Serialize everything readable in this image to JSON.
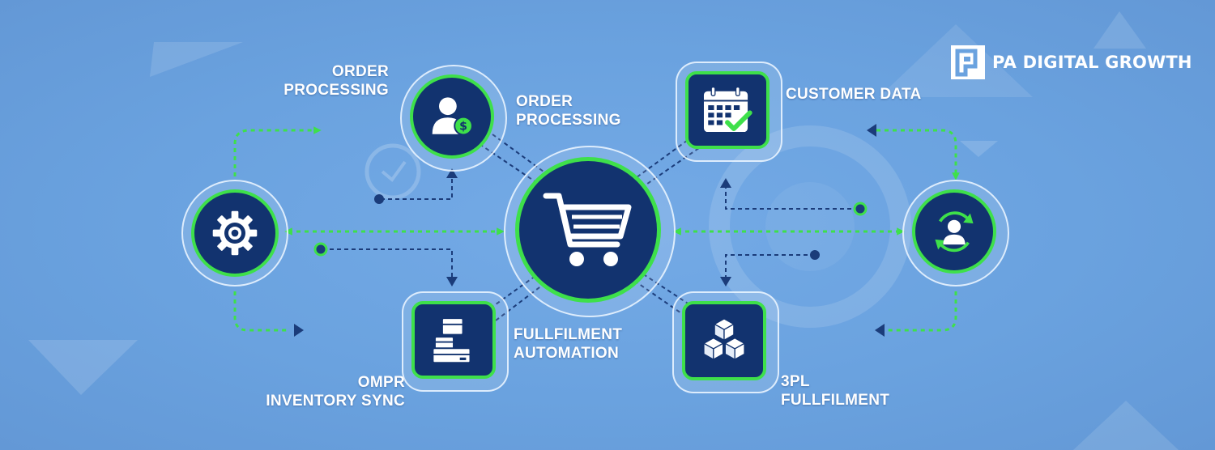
{
  "brand": {
    "name": "PA DIGITAL GROWTH",
    "logo_icon": "pa-logo-icon"
  },
  "colors": {
    "background": "#6fa4e0",
    "node_fill": "#12336f",
    "accent_green": "#3ee04a",
    "connector_navy": "#1b3c7a"
  },
  "hub": {
    "icon": "shopping-cart-icon"
  },
  "nodes": {
    "gear": {
      "icon": "gear-icon"
    },
    "order_processing": {
      "icon": "user-dollar-icon",
      "label_left": [
        "ORDER",
        "PROCESSING"
      ],
      "label_right": [
        "ORDER",
        "PROCESSING"
      ]
    },
    "customer_data": {
      "icon": "calendar-check-icon",
      "label": "CUSTOMER DATA"
    },
    "customer_sync": {
      "icon": "user-sync-icon"
    },
    "inventory_sync": {
      "icon": "boxes-icon",
      "label": [
        "OMPR",
        "INVENTORY SYNC"
      ]
    },
    "fulfilment_automation": {
      "label": [
        "FULLFILMENT",
        "AUTOMATION"
      ]
    },
    "third_party_fulfilment": {
      "icon": "cubes-icon",
      "label": [
        "3PL",
        "FULLFILMENT"
      ]
    }
  }
}
